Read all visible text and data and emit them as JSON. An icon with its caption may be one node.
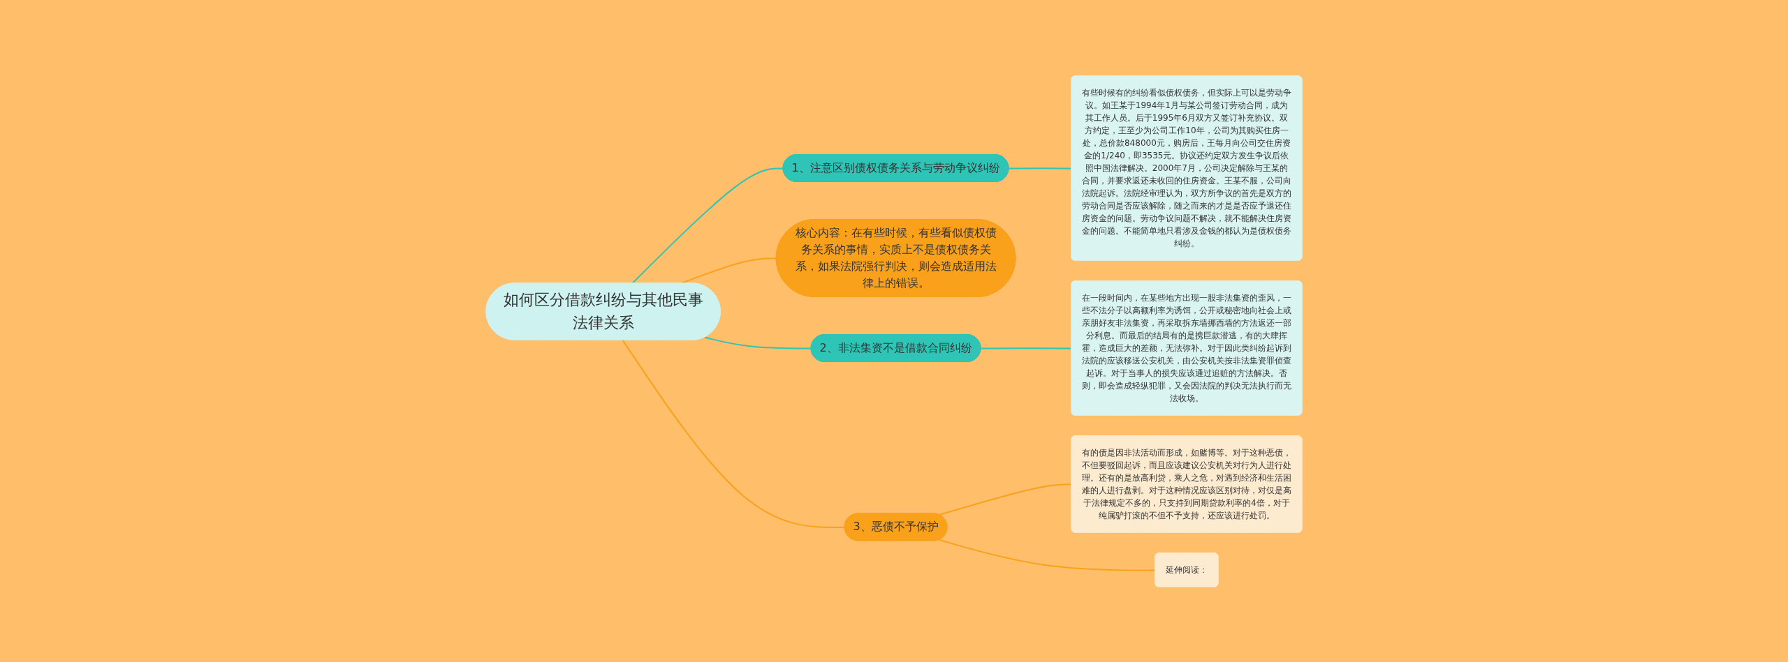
{
  "diagram": {
    "nodes": [
      {
        "text": [
          "如何区分借款纠纷与其他民事法律关系"
        ]
      },
      {
        "text": [
          "1、注意区别债权债务关系与劳动争议纠纷"
        ]
      },
      {
        "text": [
          "有些时候有的纠纷看似债权债务，但实际上可以是劳动争议。如王某于1994年1月与某公司签订劳动合同，成为其工作人员。后于1995年6月双方又签订补充协议。双方约定，王至少为公司工作10年，公司为其购买住房一处，总价款848000元，购房后，王每月向公司交住房资金的1/240，即3535元。协议还约定双方发生争议后依照中国法律解决。2000年7月，公司决定解除与王某的合同，并要求返还未收回的住房资金。王某不服，公司向法院起诉。法院经审理认为，双方所争议的首先是双方的劳动合同是否应该解除，随之而来的才是是否应予退还住房资金的问题。劳动争议问题不解决，就不能解决住房资金的问题。不能简单地只看涉及金钱的都认为是债权债务纠纷。"
        ]
      },
      {
        "text": [
          "核心内容：在有些时候，有些看似债权债务关系的事情，实质上不是债权债务关系，如果法院强行判决，则会造成适用法律上的错误。"
        ]
      },
      {
        "text": [
          "2、非法集资不是借款合同纠纷"
        ]
      },
      {
        "text": [
          "在一段时间内，在某些地方出现一股非法集资的歪风，一些不法分子以高额利率为诱饵，公开或秘密地向社会上或亲朋好友非法集资，再采取拆东墙挪西墙的方法返还一部分利息。而最后的结局有的是携巨款潜逃，有的大肆挥霍，造成巨大的差额，无法弥补。对于因此类纠纷起诉到法院的应该移送公安机关，由公安机关按非法集资罪侦查起诉。对于当事人的损失应该通过追赃的方法解决。否则，即会造成轻纵犯罪，又会因法院的判决无法执行而无法收场。"
        ]
      },
      {
        "text": [
          "3、恶债不予保护"
        ]
      },
      {
        "text": [
          "有的债是因非法活动而形成，如赌博等。对于这种恶债，不但要驳回起诉，而且应该建议公安机关对行为人进行处理。还有的是放高利贷，乘人之危，对遇到经济和生活困难的人进行盘剥。对于这种情况应该区别对待，对仅是高于法律规定不多的，只支持到同期贷款利率的4倍，对于纯属驴打滚的不但不予支持，还应该进行处罚。"
        ]
      },
      {
        "text": [
          "延伸阅读："
        ]
      }
    ],
    "edges": [
      {
        "from": 0,
        "to": 1,
        "arrow": "none",
        "color": "#2ec4b6"
      },
      {
        "from": 1,
        "to": 2,
        "arrow": "none",
        "color": "#2ec4b6"
      },
      {
        "from": 0,
        "to": 3,
        "arrow": "none",
        "color": "#f9a11b"
      },
      {
        "from": 0,
        "to": 4,
        "arrow": "none",
        "color": "#2ec4b6"
      },
      {
        "from": 4,
        "to": 5,
        "arrow": "none",
        "color": "#2ec4b6"
      },
      {
        "from": 0,
        "to": 6,
        "arrow": "none",
        "color": "#f9a11b"
      },
      {
        "from": 6,
        "to": 7,
        "arrow": "none",
        "color": "#f9a11b"
      },
      {
        "from": 6,
        "to": 8,
        "arrow": "none",
        "color": "#f9a11b"
      }
    ]
  }
}
